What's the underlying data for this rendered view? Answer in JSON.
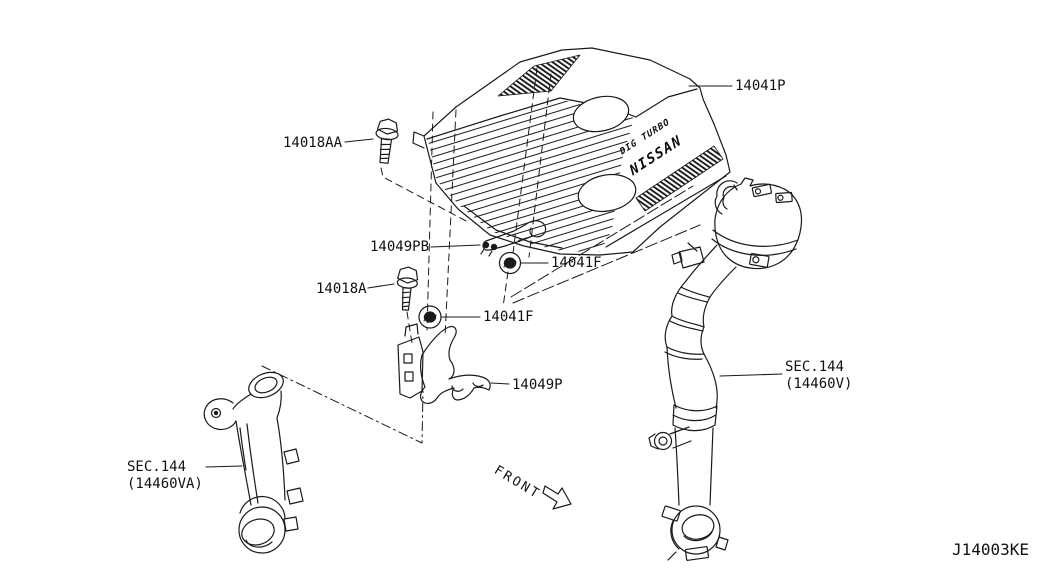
{
  "colors": {
    "background": "#ffffff",
    "line": "#1a1a1a"
  },
  "diagram": {
    "code": "J14003KE",
    "front_indicator": "FRONT",
    "engine_cover_branding": {
      "upper": "DIG TURBO",
      "lower": "NISSAN"
    },
    "part_labels": [
      {
        "text": "14041P"
      },
      {
        "text": "14018AA"
      },
      {
        "text": "14049PB"
      },
      {
        "text": "14041F"
      },
      {
        "text": "14018A"
      },
      {
        "text": "14041F"
      },
      {
        "text": "14049P"
      }
    ],
    "section_references": [
      {
        "line1": "SEC.144",
        "line2": "(14460VA)"
      },
      {
        "line1": "SEC.144",
        "line2": "(14460V)"
      }
    ]
  }
}
